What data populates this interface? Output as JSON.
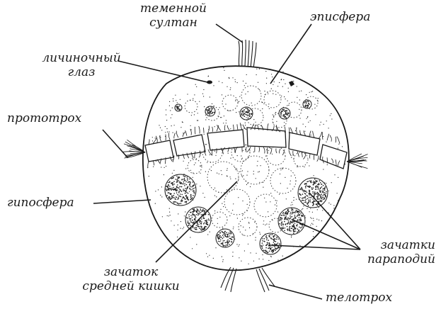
{
  "labels": {
    "apical_tuft": [
      "теменной",
      "султан"
    ],
    "episphere": "эписфера",
    "larval_eye": [
      "личиночный",
      "глаз"
    ],
    "prototroch": "прототрох",
    "hyposphere": "гипосфера",
    "parapodia_rudiments": [
      "зачатки",
      "параподий"
    ],
    "midgut_rudiment": [
      "зачаток",
      "средней кишки"
    ],
    "telotroch": "телотрох"
  },
  "colors": {
    "ink": "#1a1a1a",
    "background": "#ffffff"
  }
}
